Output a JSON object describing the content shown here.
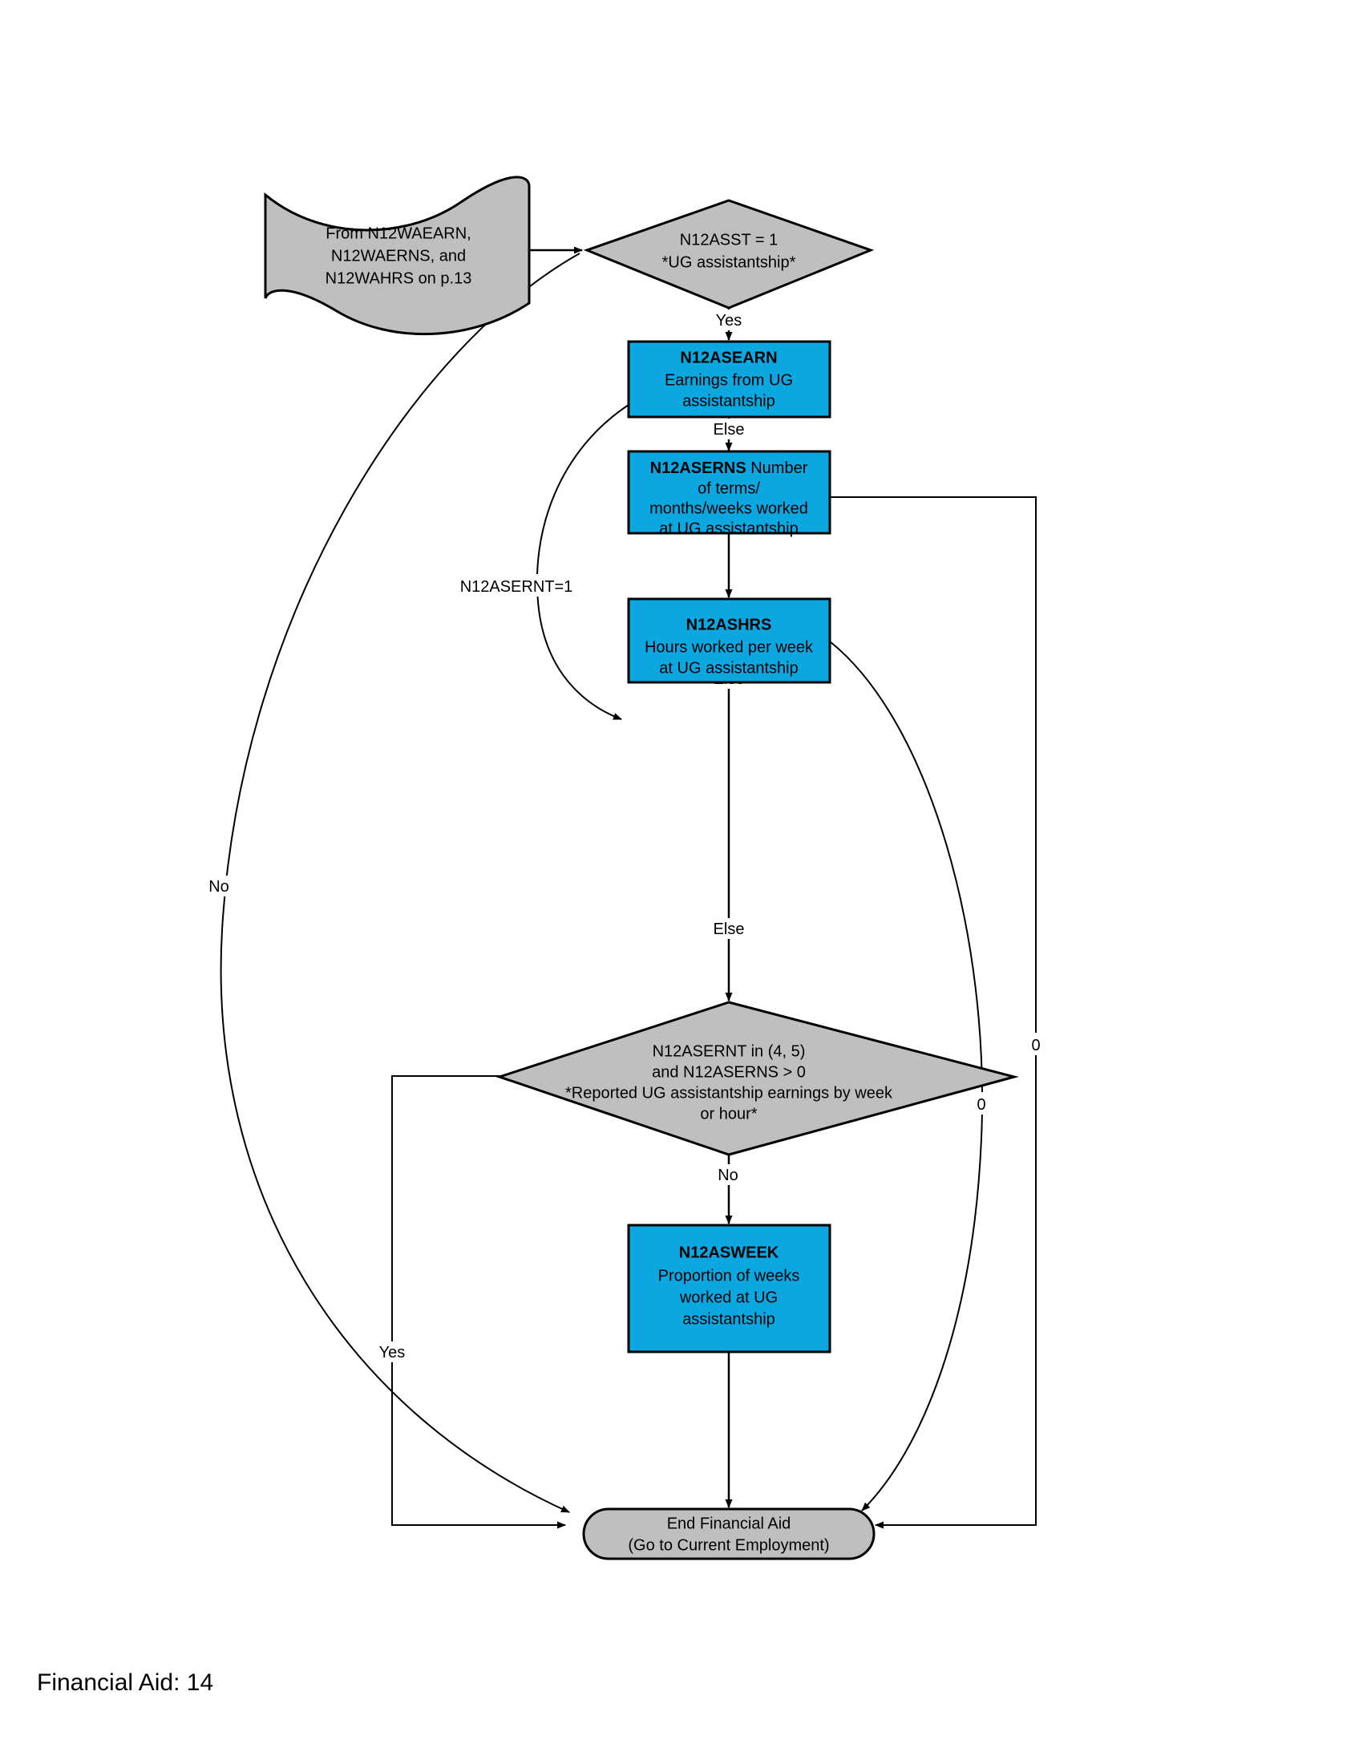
{
  "diagram": {
    "title_caption": "Financial Aid: 14",
    "colors": {
      "process_fill": "#0BA7E1",
      "decision_fill": "#BFBFBF",
      "terminator_fill": "#BFBFBF",
      "document_fill": "#BFBFBF",
      "line": "#000000",
      "background": "#FFFFFF"
    },
    "nodes": {
      "source_doc": {
        "type": "document",
        "lines": [
          "From N12WAEARN,",
          "N12WAERNS, and",
          "N12WAHRS on p.13"
        ]
      },
      "decision_asst": {
        "type": "decision",
        "lines": [
          "N12ASST = 1",
          "*UG assistantship*"
        ]
      },
      "box_asearn": {
        "type": "process",
        "title": "N12ASEARN",
        "lines": [
          "Earnings from UG",
          "assistantship"
        ]
      },
      "box_aserns": {
        "type": "process",
        "title": "N12ASERNS",
        "title_suffix": " Number",
        "lines": [
          "of terms/",
          "months/weeks worked",
          "at UG assistantship"
        ]
      },
      "box_ashrs": {
        "type": "process",
        "title": "N12ASHRS",
        "lines": [
          "Hours worked per week",
          "at UG assistantship"
        ]
      },
      "decision_asernt": {
        "type": "decision",
        "lines": [
          "N12ASERNT in (4, 5)",
          "and N12ASERNS > 0",
          "*Reported UG assistantship earnings by week",
          "or hour*"
        ]
      },
      "box_asweek": {
        "type": "process",
        "title": "N12ASWEEK",
        "lines": [
          "Proportion of weeks",
          "worked at UG",
          "assistantship"
        ]
      },
      "end_terminator": {
        "type": "terminator",
        "lines": [
          "End Financial Aid",
          "(Go to Current Employment)"
        ]
      }
    },
    "edge_labels": {
      "asst_yes": "Yes",
      "asst_no": "No",
      "asearn_else": "Else",
      "aserns_else": "Else",
      "ashrs_else": "Else",
      "asernt_eq_1": "N12ASERNT=1",
      "asernt_no": "No",
      "asernt_yes": "Yes",
      "aserns_zero": "0",
      "ashrs_zero": "0"
    }
  }
}
